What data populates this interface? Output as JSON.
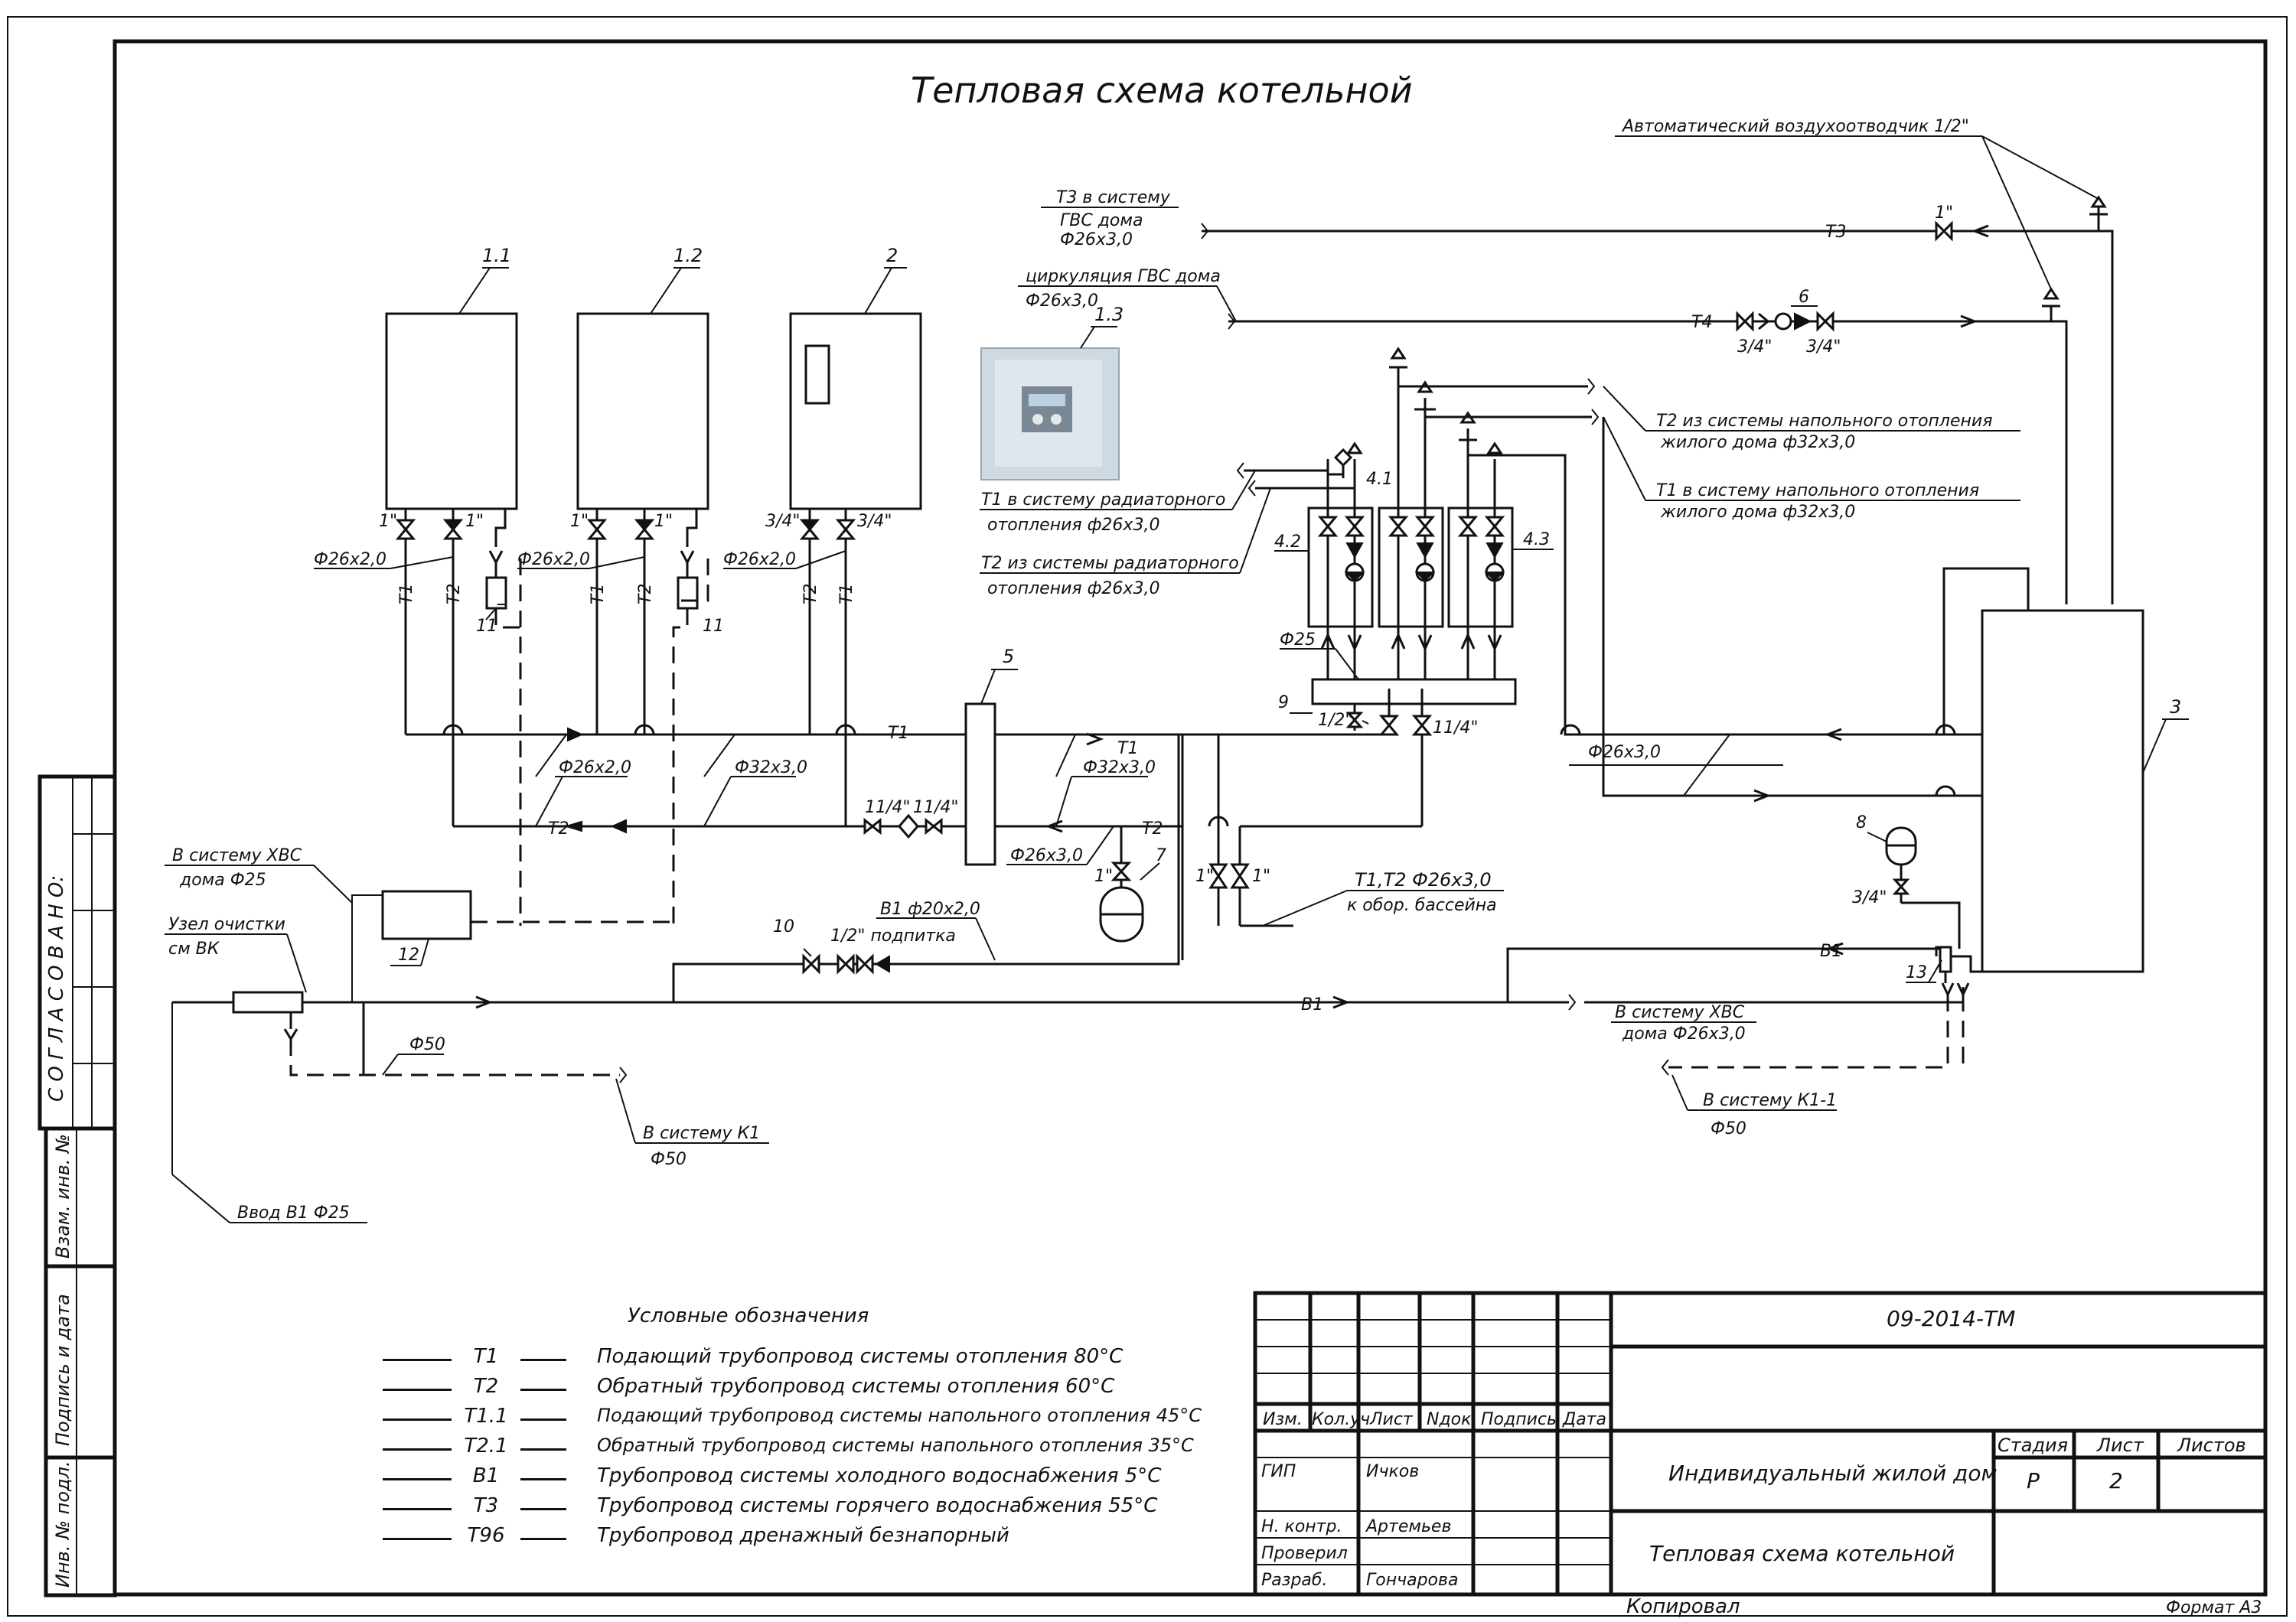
{
  "title": "Тепловая схема котельной",
  "labels": {
    "air_vent": "Автоматический воздухоотводчик 1/2\"",
    "t3_dhw_line1": "Т3 в систему",
    "t3_dhw_line2": "ГВС дома",
    "t3_dhw_line3": "Ф26х3,0",
    "dhw_circ_line1": "циркуляция ГВС дома",
    "dhw_circ_line2": "Ф26х3,0",
    "t2_floor_line1": "Т2 из системы напольного отопления",
    "t2_floor_line2": "жилого дома ф32х3,0",
    "t1_floor_line1": "Т1 в систему напольного отопления",
    "t1_floor_line2": "жилого дома ф32х3,0",
    "t1_rad_line1": "Т1 в систему радиаторного",
    "t1_rad_line2": "отопления ф26х3,0",
    "t2_rad_line1": "Т2 из системы радиаторного",
    "t2_rad_line2": "отопления ф26х3,0",
    "cold_in_line1": "В систему ХВС",
    "cold_in_line2": "дома Ф25",
    "filter_line1": "Узел очистки",
    "filter_line2": "см ВК",
    "makeup": "В1 ф20х2,0",
    "makeup2": "1/2\" подпитка",
    "pool_line1": "Т1,Т2  Ф26х3,0",
    "pool_line2": "к обор. бассейна",
    "xvs_out_line1": "В систему ХВС",
    "xvs_out_line2": "дома Ф26х3,0",
    "k1_1_line1": "В систему К1-1",
    "k1_1_line2": "Ф50",
    "k1_line1": "В систему К1",
    "k1_line2": "Ф50",
    "input": "Ввод В1 Ф25",
    "phi50": "Ф50",
    "phi25": "Ф25",
    "d26": "Ф26х2,0",
    "d32": "Ф32х3,0",
    "d26x3": "Ф26х3,0",
    "one_inch": "1\"",
    "three_q": "3/4\"",
    "half": "1/2\"",
    "one_q": "11/4\"",
    "T1": "Т1",
    "T2": "Т2",
    "T3": "Т3",
    "T4": "Т4",
    "B1": "В1"
  },
  "positions": {
    "p1_1": "1.1",
    "p1_2": "1.2",
    "p1_3": "1.3",
    "p2": "2",
    "p3": "3",
    "p4_1": "4.1",
    "p4_2": "4.2",
    "p4_3": "4.3",
    "p5": "5",
    "p6": "6",
    "p7": "7",
    "p8": "8",
    "p9": "9",
    "p10": "10",
    "p11": "11",
    "p12": "12",
    "p13": "13"
  },
  "legend": {
    "heading": "Условные обозначения",
    "items": [
      {
        "code": "Т1",
        "text": "Подающий трубопровод системы отопления 80°С"
      },
      {
        "code": "Т2",
        "text": "Обратный трубопровод системы отопления 60°С"
      },
      {
        "code": "Т1.1",
        "text": "Подающий трубопровод системы напольного отопления 45°С"
      },
      {
        "code": "Т2.1",
        "text": "Обратный трубопровод системы напольного отопления 35°С"
      },
      {
        "code": "В1",
        "text": "Трубопровод системы холодного водоснабжения 5°С"
      },
      {
        "code": "Т3",
        "text": "Трубопровод системы горячего водоснабжения 55°С"
      },
      {
        "code": "Т96",
        "text": "Трубопровод дренажный безнапорный"
      }
    ]
  },
  "stamp": {
    "doc_code": "09-2014-ТМ",
    "cols": [
      "Изм.",
      "Кол.уч",
      "Лист",
      "Nдок.",
      "Подпись",
      "Дата"
    ],
    "roles": [
      "ГИП",
      "Н. контр.",
      "Проверил",
      "Разраб."
    ],
    "names": [
      "Ичков",
      "Артемьев",
      "",
      "Гончарова"
    ],
    "object": "Индивидуальный жилой дом",
    "sheet_title": "Тепловая схема котельной",
    "stage_label": "Стадия",
    "sheet_label": "Лист",
    "sheets_label": "Листов",
    "stage": "Р",
    "sheet": "2",
    "sheets": "",
    "copied": "Копировал",
    "format": "Формат А3"
  },
  "side": {
    "agreed": "С О Г Л А С О В А Н О:",
    "vzam": "Взам. инв. №",
    "podpis": "Подпись  и  дата",
    "inv": "Инв. № подл."
  }
}
